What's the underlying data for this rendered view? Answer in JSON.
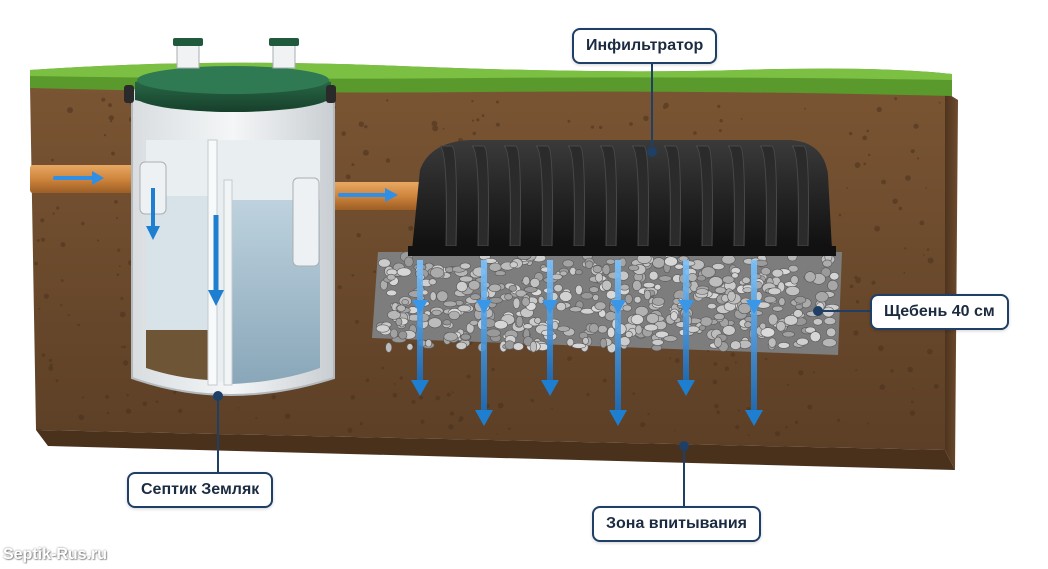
{
  "labels": {
    "infiltrator": "Инфильтратор",
    "gravel": "Щебень 40 см",
    "septic": "Септик Земляк",
    "absorption": "Зона впитывания"
  },
  "watermark": "Septik-Rus.ru",
  "colors": {
    "soil": "#6b4a2e",
    "grass": "#5a9a2c",
    "pipe": "#d08a43",
    "tank_lid": "#1f5a3c",
    "infiltrator": "#1c1c1c",
    "gravel": "#8a8a8a",
    "water_arrow": "#1e7fd0",
    "callout_border": "#1f3f66"
  }
}
